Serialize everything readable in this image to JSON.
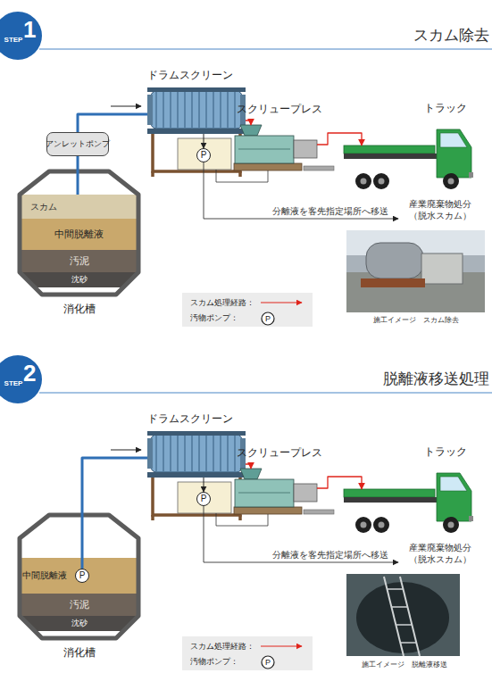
{
  "diagram": {
    "nodes": [
      {
        "text": [
          "ドラムスクリーン"
        ]
      },
      {
        "text": [
          "アンレットポンプ"
        ]
      },
      {
        "text": [
          "P"
        ]
      },
      {
        "text": [
          "スクリュープレス"
        ]
      },
      {
        "text": [
          "トラック"
        ]
      },
      {
        "text": [
          "消化槽"
        ]
      },
      {
        "text": [
          "スカム"
        ],
        "in": 5
      },
      {
        "text": [
          "中間脱離液"
        ],
        "in": 5
      },
      {
        "text": [
          "汚泥"
        ],
        "in": 5
      },
      {
        "text": [
          "沈砂"
        ],
        "in": 5
      },
      {
        "text": [
          "ドラムスクリーン"
        ]
      },
      {
        "text": [
          "P"
        ]
      },
      {
        "text": [
          "スクリュープレス"
        ]
      },
      {
        "text": [
          "トラック"
        ]
      },
      {
        "text": [
          "消化槽"
        ]
      },
      {
        "text": [
          "中間脱離液"
        ],
        "in": 14
      },
      {
        "text": [
          "P"
        ],
        "in": 15
      },
      {
        "text": [
          "汚泥"
        ],
        "in": 14
      },
      {
        "text": [
          "沈砂"
        ],
        "in": 14
      }
    ],
    "edges": [
      {
        "from": 6,
        "to": 1,
        "arrow": "none"
      },
      {
        "from": 1,
        "to": 0,
        "arrow": "none"
      },
      {
        "from": 0,
        "to": 3,
        "arrow": "to"
      },
      {
        "from": 3,
        "to": 4,
        "arrow": "to"
      },
      {
        "from": 0,
        "to": 2,
        "arrow": "to"
      },
      {
        "from": 16,
        "to": 10,
        "arrow": "none"
      },
      {
        "from": 10,
        "to": 12,
        "arrow": "to"
      },
      {
        "from": 12,
        "to": 13,
        "arrow": "to"
      },
      {
        "from": 10,
        "to": 11,
        "arrow": "to"
      }
    ],
    "labels": [
      "STEP",
      "1",
      "スカム除去",
      "産業廃棄物処分 （脱水スカム）",
      "分離液を客先指定場所へ移送",
      "施工イメージ　スカム除去",
      "P",
      "STEP",
      "2",
      "脱離液移送処理",
      "産業廃棄物処分 （脱水スカム）",
      "分離液を客先指定場所へ移送",
      "施工イメージ　脱離液移送",
      "P"
    ],
    "legend": [
      {
        "text": "スカム処理経路："
      },
      {
        "text": "汚物ポンプ："
      },
      {
        "text": "スカム処理経路："
      },
      {
        "text": "汚物ポンプ："
      }
    ]
  }
}
